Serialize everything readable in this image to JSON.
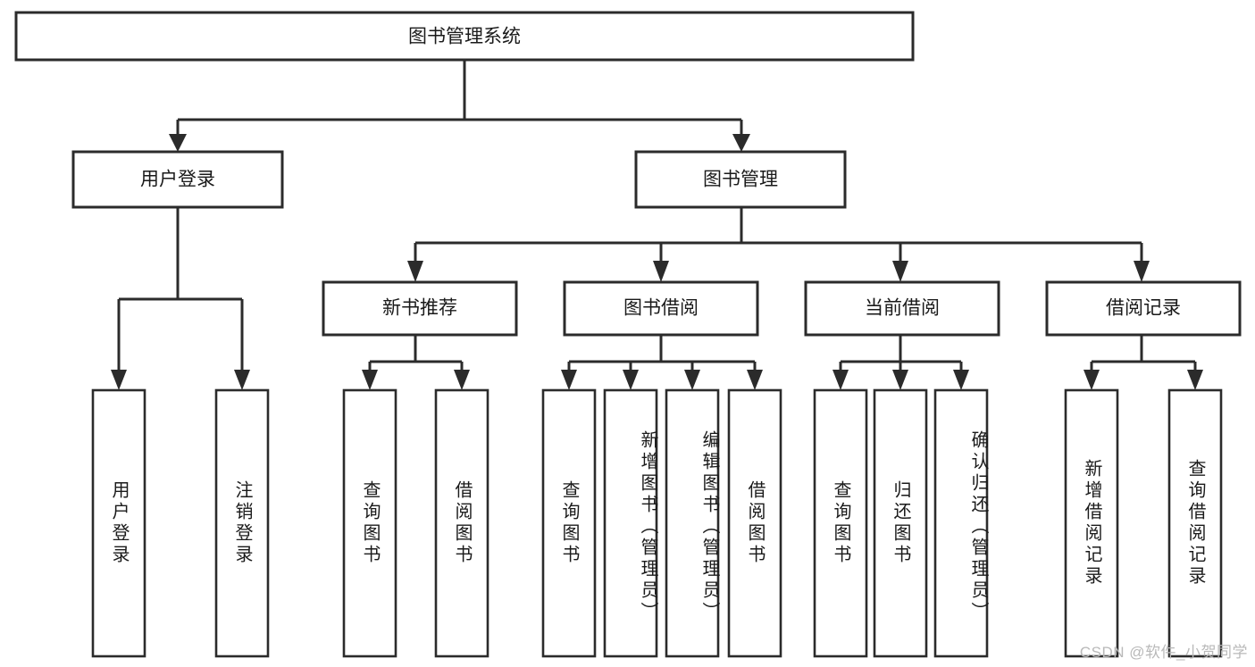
{
  "diagram": {
    "title": "图书管理系统",
    "type": "tree-hierarchy-chart",
    "colors": {
      "box_stroke": "#2b2b2b",
      "box_fill": "#ffffff",
      "connector": "#2b2b2b",
      "text": "#1a1a1a",
      "background": "#ffffff",
      "watermark": "#b9b9b9"
    },
    "root": {
      "label": "图书管理系统"
    },
    "level2": [
      {
        "id": "user-login",
        "label": "用户登录"
      },
      {
        "id": "book-manage",
        "label": "图书管理"
      }
    ],
    "level3": [
      {
        "id": "new-book-recommend",
        "label": "新书推荐"
      },
      {
        "id": "book-borrow",
        "label": "图书借阅"
      },
      {
        "id": "current-borrow",
        "label": "当前借阅"
      },
      {
        "id": "borrow-record",
        "label": "借阅记录"
      }
    ],
    "leaves": {
      "user-login": [
        {
          "id": "leaf-user-login",
          "label": "用户登录"
        },
        {
          "id": "leaf-user-logout",
          "label": "注销登录"
        }
      ],
      "new-book-recommend": [
        {
          "id": "leaf-query-book-1",
          "label": "查询图书"
        },
        {
          "id": "leaf-borrow-book-1",
          "label": "借阅图书"
        }
      ],
      "book-borrow": [
        {
          "id": "leaf-query-book-2",
          "label": "查询图书"
        },
        {
          "id": "leaf-add-book",
          "label": "新增图书（管理员）"
        },
        {
          "id": "leaf-edit-book",
          "label": "编辑图书（管理员）"
        },
        {
          "id": "leaf-borrow-book-2",
          "label": "借阅图书"
        }
      ],
      "current-borrow": [
        {
          "id": "leaf-query-book-3",
          "label": "查询图书"
        },
        {
          "id": "leaf-return-book",
          "label": "归还图书"
        },
        {
          "id": "leaf-confirm-return",
          "label": "确认归还（管理员）"
        }
      ],
      "borrow-record": [
        {
          "id": "leaf-add-record",
          "label": "新增借阅记录"
        },
        {
          "id": "leaf-query-record",
          "label": "查询借阅记录"
        }
      ]
    },
    "watermark": "CSDN @软件_小贺同学"
  }
}
